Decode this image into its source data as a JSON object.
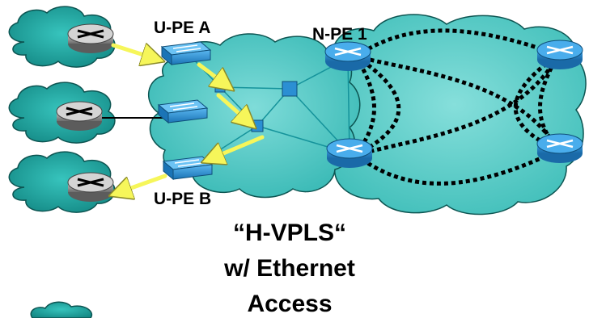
{
  "labels": {
    "upe_a": "U-PE A",
    "upe_b": "U-PE B",
    "npe_1": "N-PE 1",
    "title_line1": "“H-VPLS“",
    "title_line2": "w/ Ethernet",
    "title_line3": "Access"
  },
  "colors": {
    "cloud_fill": "#1a9e98",
    "cloud_outline": "#0d5552",
    "metro_fill": "#49c8c4",
    "core_fill": "#52c9c4",
    "link_blue": "#1e7fc0",
    "switch_blue": "#2b8fd3",
    "router_gray": "#8c8c8c",
    "pseudowire_black": "#000000",
    "flow_arrow_yellow": "#f6f65a",
    "link_teal": "#15939b"
  },
  "icons": {
    "router": "router-icon",
    "switch": "switch-icon",
    "cloud": "cloud-icon"
  }
}
